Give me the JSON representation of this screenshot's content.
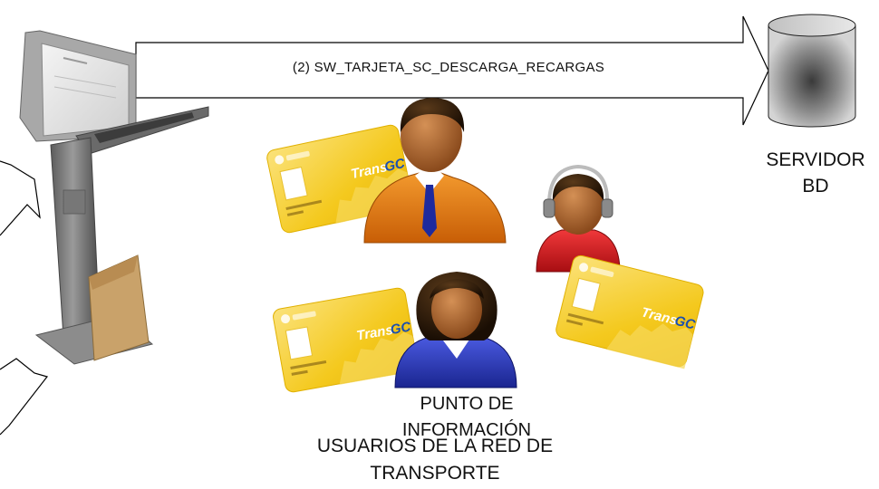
{
  "arrow": {
    "label": "(2) SW_TARJETA_SC_DESCARGA_RECARGAS"
  },
  "server": {
    "line1": "SERVIDOR",
    "line2": "BD"
  },
  "kiosk": {
    "line1": "PUNTO DE",
    "line2": "INFORMACIÓN"
  },
  "users": {
    "line1": "USUARIOS DE LA RED DE",
    "line2": "TRANSPORTE"
  },
  "card": {
    "brand_a": "Trans",
    "brand_b": "GC"
  },
  "colors": {
    "card_yellow": "#f4c91e",
    "person1_shirt": "#e27a12",
    "person2_shirt": "#d81e22",
    "person3_shirt": "#2631b8",
    "tie": "#1d2a9e",
    "skin": "#b06a2e",
    "hair": "#2a1a0c"
  }
}
